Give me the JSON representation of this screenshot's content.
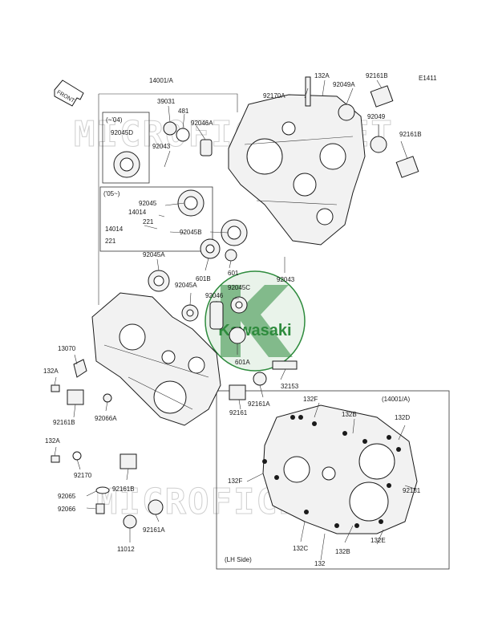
{
  "diagram_code": "E1411",
  "front_label": "FRONT",
  "watermark_text": "MICROFICHE.NET",
  "logo_text": "Kawasaki",
  "accent_color": "#2e8b3d",
  "callouts": {
    "p14001A_top": "14001/A",
    "p39031": "39031",
    "p481": "481",
    "p92046A": "92046A",
    "p92043_top": "92043",
    "p92170A": "92170A",
    "p132A_top": "132A",
    "p92049A": "92049A",
    "p92161B_top": "92161B",
    "p92049": "92049",
    "p92161B_right": "92161B",
    "p92045D": "92045D",
    "p92045": "92045",
    "p14014_a": "14014",
    "p221_a": "221",
    "p14014_b": "14014",
    "p221_b": "221",
    "p92045B": "92045B",
    "p92045A_left": "92045A",
    "p601B": "601B",
    "p601": "601",
    "p92043_mid": "92043",
    "p92045A_mid": "92045A",
    "p92045C": "92045C",
    "p92046": "92046",
    "p13070": "13070",
    "p132A_left": "132A",
    "p601A": "601A",
    "p32153": "32153",
    "p92161B_left": "92161B",
    "p92066A": "92066A",
    "p92161": "92161",
    "p92161A_mid": "92161A",
    "p132A_low": "132A",
    "p92170": "92170",
    "p92161B_low": "92161B",
    "p92065": "92065",
    "p92066": "92066",
    "p92161A_low": "92161A",
    "p11012": "11012",
    "p132F_top": "132F",
    "p14001A_inset": "(14001/A)",
    "p132B_top": "132B",
    "p132D": "132D",
    "p132F_left": "132F",
    "p92151": "92151",
    "p132C": "132C",
    "p132B_low": "132B",
    "p132E": "132E",
    "p132": "132"
  },
  "inset_04": "(~'04)",
  "inset_05": "('05~)",
  "lh_side": "(LH Side)"
}
